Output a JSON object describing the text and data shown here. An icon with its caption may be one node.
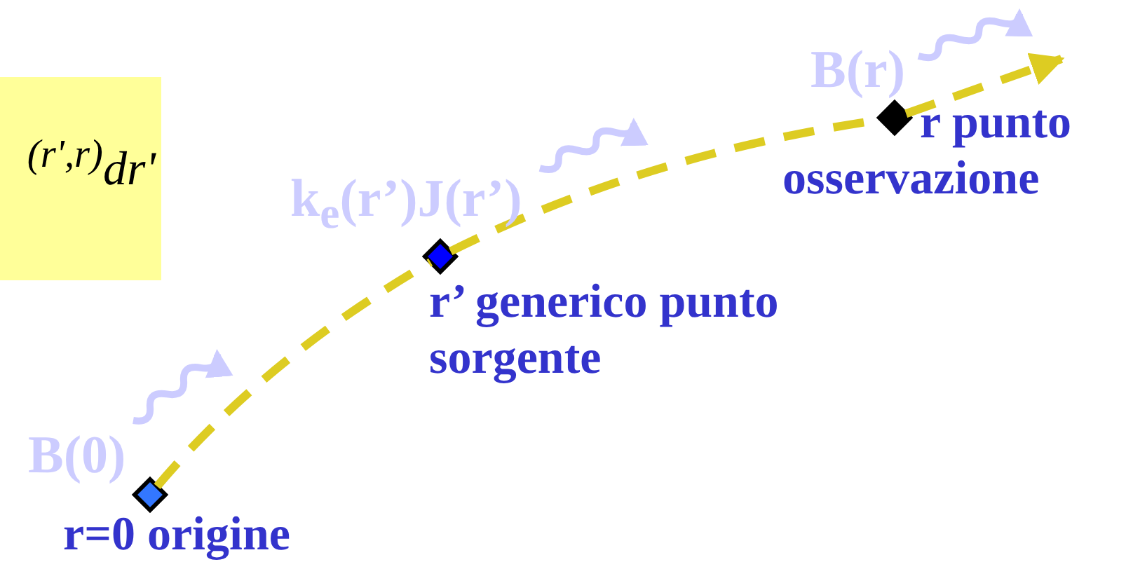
{
  "diagram": {
    "nodes": [
      {
        "text": [
          "$^{(r',r)}$dr'"
        ]
      },
      {
        "text": [],
        "shape": "diamond",
        "beside": [
          "r=0 origine"
        ]
      },
      {
        "text": [],
        "shape": "diamond",
        "beside": [
          "r’ generico punto sorgente"
        ]
      },
      {
        "text": [],
        "shape": "diamond",
        "beside": [
          "r punto osservazione"
        ]
      }
    ],
    "edges": [
      {
        "from": 1,
        "to": 2,
        "arrow": "none",
        "style": "dashed"
      },
      {
        "from": 2,
        "to": 3,
        "arrow": "none",
        "style": "dashed"
      },
      {
        "from": 3,
        "to": null,
        "arrow": "to",
        "style": "dashed"
      }
    ],
    "labels": [
      "B(r)",
      "k$_{e}$(r’)J(r’)",
      "B(0)"
    ]
  }
}
